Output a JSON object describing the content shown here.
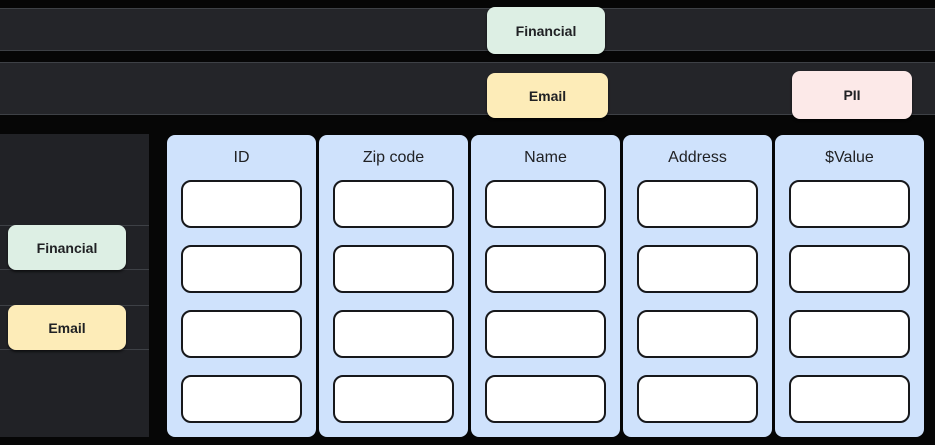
{
  "colors": {
    "financial-bg": "#ddefe4",
    "email-bg": "#fdecb8",
    "pii-bg": "#fce9e8",
    "column-bg": "#cfe2fc",
    "cell-bg": "#ffffff",
    "cell-border": "#17181b",
    "lane-bg": "#242529",
    "panel-bg": "#212226",
    "lane-border": "#3e4146",
    "bg": "#060606",
    "text-dark": "#202124"
  },
  "lanes": [
    {
      "tags": [
        {
          "label": "Financial",
          "type": "financial"
        }
      ]
    },
    {
      "tags": [
        {
          "label": "Email",
          "type": "email"
        },
        {
          "label": "PII",
          "type": "pii"
        }
      ]
    }
  ],
  "sidebar": {
    "tags": [
      {
        "label": "Financial",
        "type": "financial"
      },
      {
        "label": "Email",
        "type": "email"
      }
    ]
  },
  "table": {
    "columns": [
      {
        "header": "ID",
        "cells": [
          "",
          "",
          "",
          ""
        ]
      },
      {
        "header": "Zip code",
        "cells": [
          "",
          "",
          "",
          ""
        ]
      },
      {
        "header": "Name",
        "cells": [
          "",
          "",
          "",
          ""
        ]
      },
      {
        "header": "Address",
        "cells": [
          "",
          "",
          "",
          ""
        ]
      },
      {
        "header": "$Value",
        "cells": [
          "",
          "",
          "",
          ""
        ]
      }
    ]
  }
}
